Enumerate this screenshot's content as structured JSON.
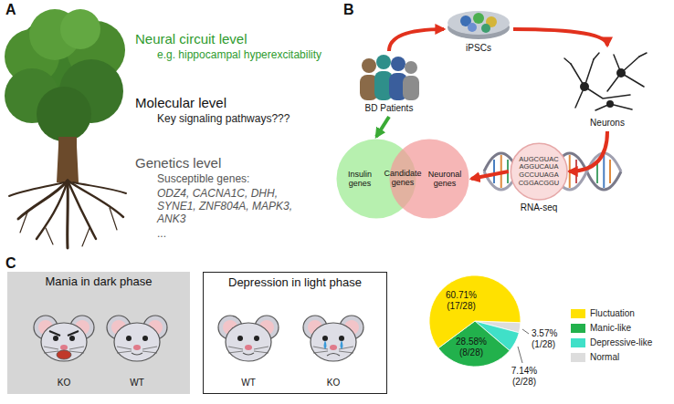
{
  "diagram": {
    "nodes": [
      {
        "text": [
          "BD Patients"
        ]
      },
      {
        "text": [
          "iPSCs"
        ]
      },
      {
        "text": [
          "Neurons"
        ]
      },
      {
        "text": [
          "AUGCGUAC AGGUCAUA GCCUUAGA CGGACGGU"
        ]
      },
      {
        "text": [
          "Insulin genes"
        ]
      },
      {
        "text": [
          "Neuronal genes"
        ]
      },
      {
        "text": [
          "Mania in dark phase"
        ]
      },
      {
        "text": [
          "Depression in light phase"
        ]
      }
    ],
    "edges": [
      {
        "from": 0,
        "to": 1,
        "arrow": "to"
      },
      {
        "from": 1,
        "to": 2,
        "arrow": "to"
      },
      {
        "from": 2,
        "to": 3,
        "arrow": "to"
      },
      {
        "from": 3,
        "to": 5,
        "arrow": "to"
      },
      {
        "from": 0,
        "to": 4,
        "arrow": "to"
      }
    ],
    "labels": [
      "A",
      "Neural circuit level",
      "e.g. hippocampal hyperexcitability",
      "Molecular level",
      "Key signaling pathways???",
      "Genetics level",
      "Susceptible genes:",
      "ODZ4, CACNA1C, DHH, SYNE1, ZNF804A, MAPK3, ANK3",
      "...",
      "B",
      "Candidate genes",
      "RNA-seq",
      "C",
      "KO",
      "WT",
      "WT",
      "KO",
      "60.71% (17/28)",
      "28.58% (8/28)",
      "7.14% (2/28)",
      "3.57% (1/28)"
    ],
    "legend": [
      {
        "text": "Fluctuation",
        "color": "#FFE100"
      },
      {
        "text": "Manic-like",
        "color": "#22B14C"
      },
      {
        "text": "Depressive-like",
        "color": "#40E0C8"
      },
      {
        "text": "Normal",
        "color": "#DDDDDD"
      }
    ]
  }
}
